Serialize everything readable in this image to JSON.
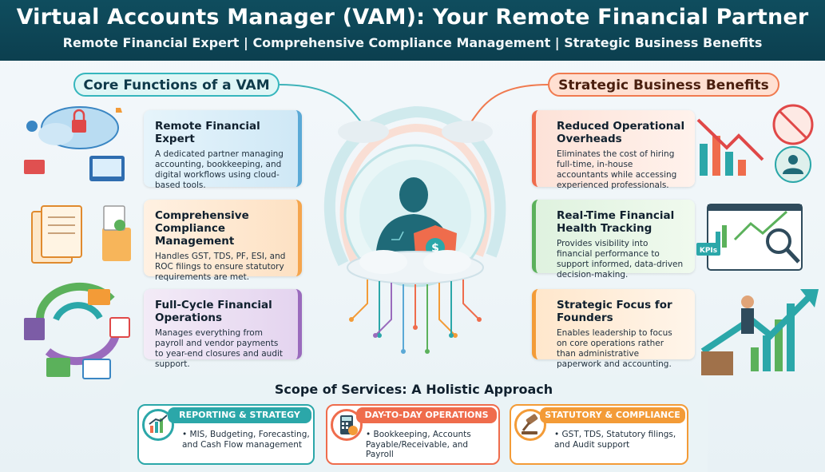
{
  "header": {
    "title": "Virtual Accounts Manager (VAM): Your Remote Financial Partner",
    "subtitle": "Remote Financial Expert  | Comprehensive Compliance Management | Strategic Business Benefits"
  },
  "core": {
    "heading": "Core Functions of a VAM",
    "items": [
      {
        "title": "Remote Financial Expert",
        "desc": "A dedicated partner managing accounting, bookkeeping, and digital workflows using cloud-based tools."
      },
      {
        "title": "Comprehensive Compliance Management",
        "desc": "Handles GST, TDS, PF, ESI, and ROC filings to ensure statutory requirements are met."
      },
      {
        "title": "Full-Cycle Financial Operations",
        "desc": "Manages everything from payroll and vendor payments to year-end closures and audit support."
      }
    ]
  },
  "strategic": {
    "heading": "Strategic Business Benefits",
    "items": [
      {
        "title": "Reduced Operational Overheads",
        "desc": "Eliminates the cost of hiring full-time, in-house accountants while accessing experienced professionals."
      },
      {
        "title": "Real-Time Financial Health Tracking",
        "desc": "Provides visibility into financial performance to support informed, data-driven decision-making."
      },
      {
        "title": "Strategic Focus for Founders",
        "desc": "Enables leadership to focus on core operations rather than administrative paperwork and accounting."
      }
    ],
    "kpi_label": "KPIs"
  },
  "scope": {
    "heading": "Scope of Services: A Holistic Approach",
    "services": [
      {
        "label": "REPORTING & STRATEGY",
        "desc": "• MIS, Budgeting, Forecasting, and Cash Flow management"
      },
      {
        "label": "DAY-TO-DAY OPERATIONS",
        "desc": "• Bookkeeping, Accounts Payable/Receivable, and Payroll"
      },
      {
        "label": "STATUTORY & COMPLIANCE",
        "desc": "• GST, TDS, Statutory filings, and Audit support"
      }
    ]
  },
  "colors": {
    "header_bg": "#0f4d5e",
    "teal": "#2ba7a9",
    "coral": "#ef6c4c",
    "orange": "#f39b37",
    "green": "#5bb15b",
    "purple": "#9a6bbd",
    "blue": "#5aa9d6"
  },
  "icons": [
    "cloud-security-icon",
    "documents-icon",
    "cycle-icon",
    "no-hiring-icon",
    "analytics-dashboard-icon",
    "growth-arrow-icon",
    "chart-icon",
    "calculator-icon",
    "gavel-icon",
    "ai-person-icon",
    "shield-dollar-icon"
  ]
}
